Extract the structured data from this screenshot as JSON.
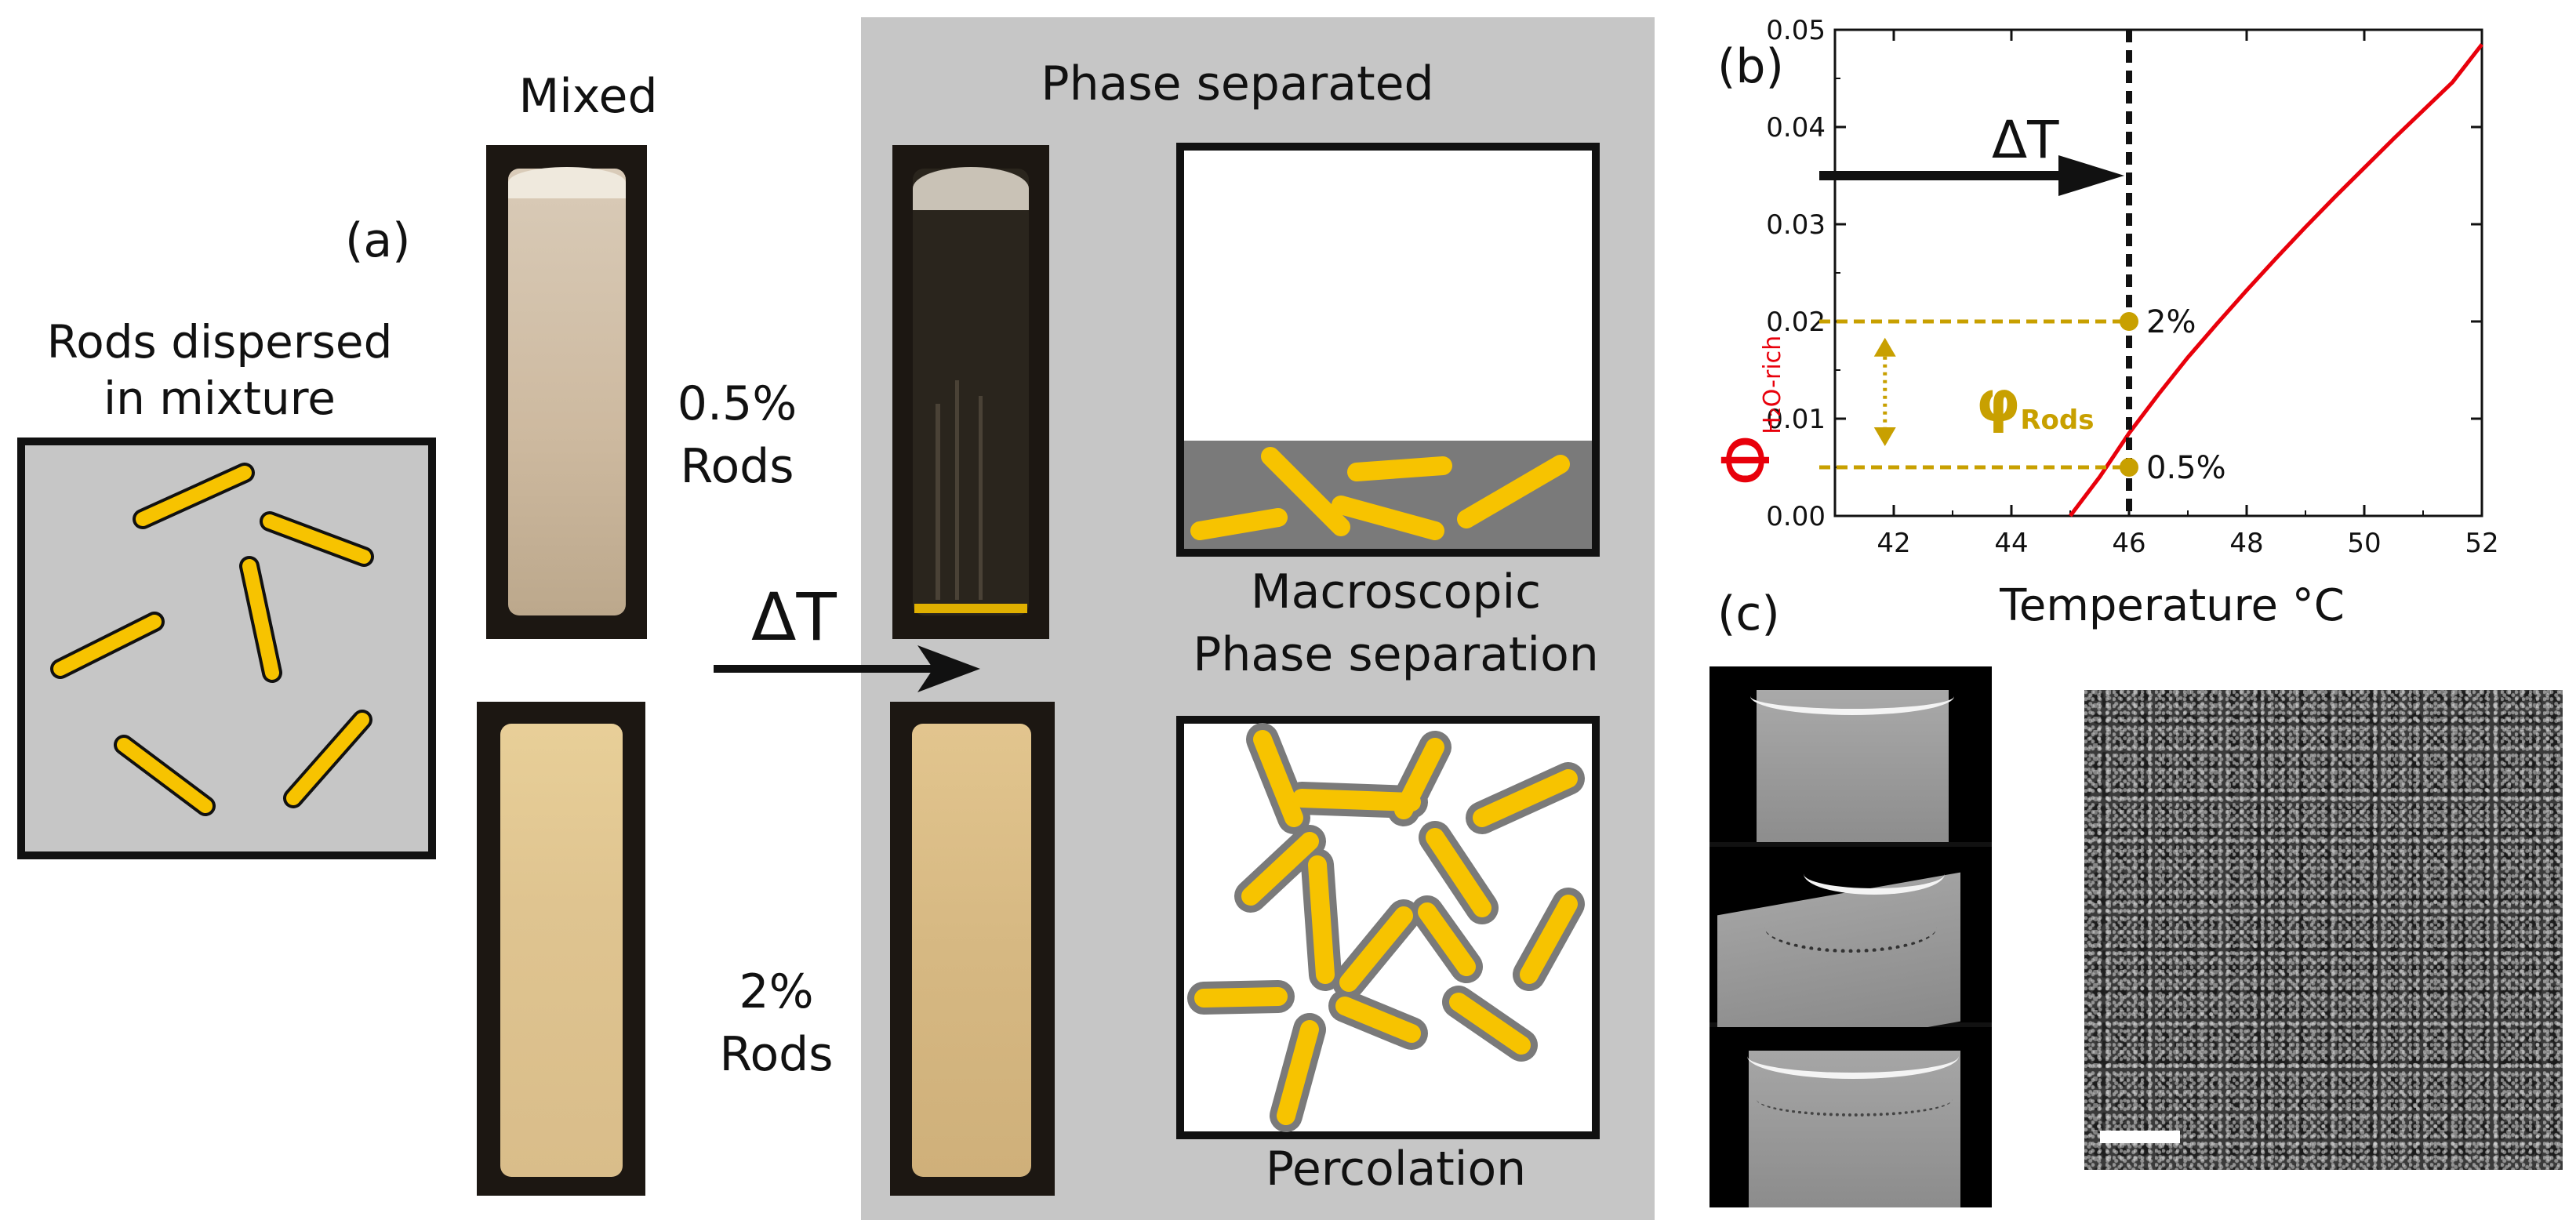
{
  "panel_a": {
    "label": "(a)",
    "rods_title_line1": "Rods dispersed",
    "rods_title_line2": "in mixture",
    "mixed_title": "Mixed",
    "phase_separated_title": "Phase separated",
    "conc_top_line1": "0.5%",
    "conc_top_line2": "Rods",
    "conc_bottom_line1": "2%",
    "conc_bottom_line2": "Rods",
    "delta_t": "ΔT",
    "macro_line1": "Macroscopic",
    "macro_line2": "Phase separation",
    "percolation": "Percolation",
    "colors": {
      "rod": "#f7c300",
      "panel_gray": "#c6c6c6",
      "dense_phase": "#7a7a7a"
    }
  },
  "panel_b": {
    "label": "(b)",
    "y_label_main": "Φ",
    "y_label_sub": "H₂O-rich",
    "x_label": "Temperature °C",
    "delta_t": "ΔT",
    "phi_rods_main": "φ",
    "phi_rods_sub": "Rods",
    "colors": {
      "curve": "#e8000b",
      "annot": "#c8a000"
    }
  },
  "panel_c": {
    "label": "(c)"
  },
  "chart_data": {
    "type": "line",
    "xlabel": "Temperature °C",
    "ylabel": "ΦH₂O-rich",
    "xlim": [
      41,
      52
    ],
    "ylim": [
      0,
      0.05
    ],
    "x_ticks": [
      "42",
      "44",
      "46",
      "48",
      "50",
      "52"
    ],
    "y_ticks": [
      "0.00",
      "0.01",
      "0.02",
      "0.03",
      "0.04",
      "0.05"
    ],
    "series": [
      {
        "x": [
          45.0,
          45.5,
          46.0,
          46.5,
          47.0,
          47.5,
          48.0,
          48.5,
          49.0,
          49.5,
          50.0,
          50.5,
          51.0,
          51.5,
          52.0
        ],
        "y": [
          0.0,
          0.004,
          0.0085,
          0.0125,
          0.0163,
          0.0198,
          0.0232,
          0.0265,
          0.0297,
          0.0328,
          0.0358,
          0.0388,
          0.0417,
          0.0446,
          0.0485
        ]
      }
    ],
    "vertical_line_x": 46,
    "annotations": [
      {
        "text": "2%",
        "x": 46,
        "y": 0.02
      },
      {
        "text": "0.5%",
        "x": 46,
        "y": 0.005
      }
    ],
    "grid": false
  }
}
